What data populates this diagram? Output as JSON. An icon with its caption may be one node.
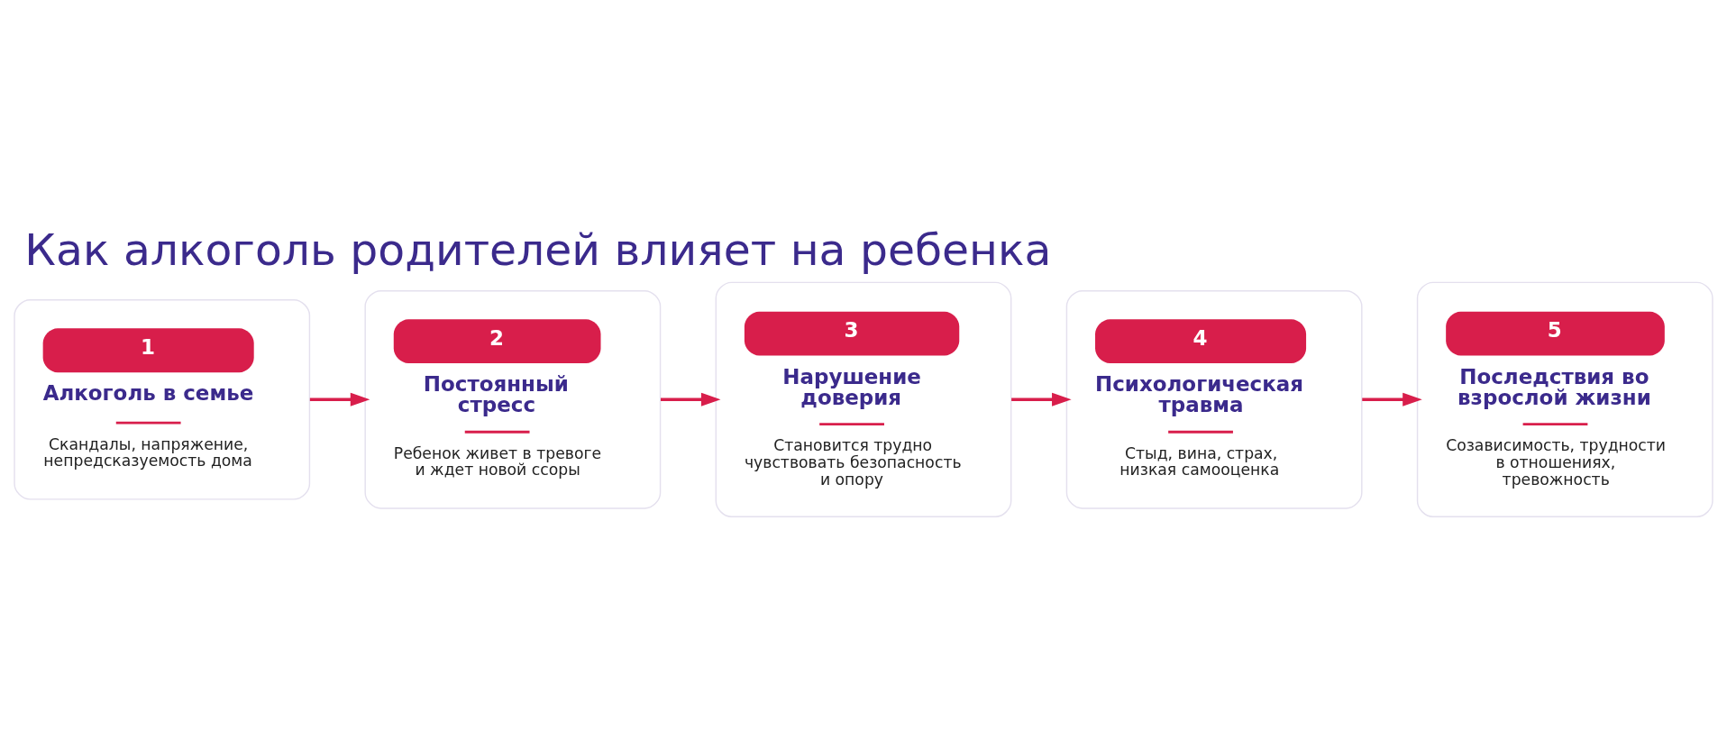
{
  "diagram": {
    "title": "Как алкоголь родителей влияет на ребенка",
    "nodes": [
      {
        "text": [
          "1",
          "Алкоголь в семье",
          "Скандалы, напряжение, непредсказуемость дома"
        ]
      },
      {
        "text": [
          "2",
          "Постоянный стресс",
          "Ребенок живет в тревоге и ждет новой ссоры"
        ]
      },
      {
        "text": [
          "3",
          "Нарушение доверия",
          "Становится трудно чувствовать безопасность и опору"
        ]
      },
      {
        "text": [
          "4",
          "Психологическая травма",
          "Стыд, вина, страх, низкая самооценка"
        ]
      },
      {
        "text": [
          "5",
          "Последствия во взрослой жизни",
          "Созависимость, трудности в отношениях, тревожность"
        ]
      }
    ],
    "edges": [
      {
        "from": 0,
        "to": 1,
        "arrow": "to"
      },
      {
        "from": 1,
        "to": 2,
        "arrow": "to"
      },
      {
        "from": 2,
        "to": 3,
        "arrow": "to"
      },
      {
        "from": 3,
        "to": 4,
        "arrow": "to"
      }
    ]
  }
}
